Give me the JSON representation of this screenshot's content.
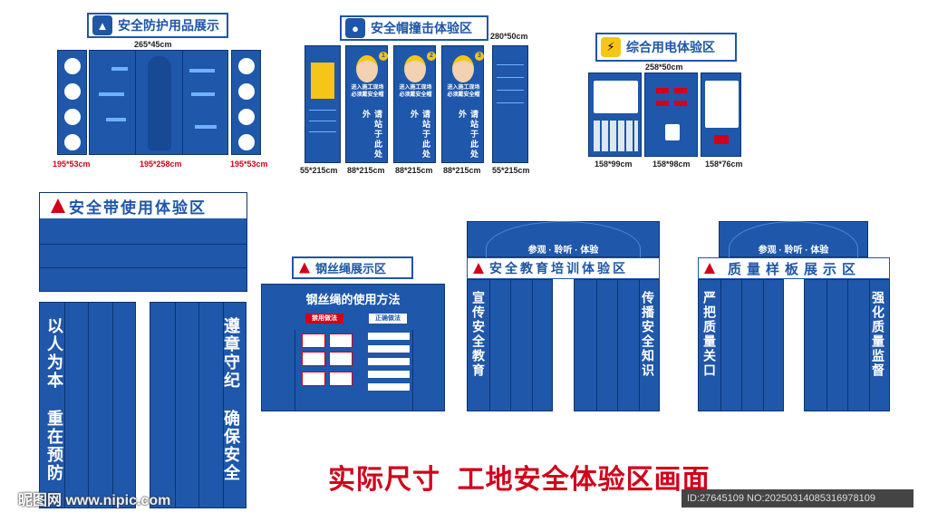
{
  "ppe": {
    "title": "安全防护用品展示",
    "size_main": "265*45cm",
    "dim_left": "195*53cm",
    "dim_center": "195*258cm",
    "dim_right": "195*53cm"
  },
  "helmet": {
    "title": "安全帽撞击体验区",
    "size": "280*50cm",
    "notice_lines": "进入施工现场必须戴安全帽",
    "stand_text": "请站于此处外",
    "numbers": [
      "1",
      "2",
      "3"
    ],
    "dims": [
      "55*215cm",
      "88*215cm",
      "88*215cm",
      "88*215cm",
      "55*215cm"
    ]
  },
  "electric": {
    "title": "综合用电体验区",
    "size": "258*50cm",
    "dims": [
      "158*99cm",
      "158*98cm",
      "158*76cm"
    ]
  },
  "belt": {
    "title": "安全带使用体验区",
    "left_slogan_1": "以人为本",
    "left_slogan_2": "重在预防",
    "right_slogan_1": "遵章守纪",
    "right_slogan_2": "确保安全"
  },
  "rope": {
    "title": "钢丝绳展示区",
    "panel_title": "钢丝绳的使用方法",
    "wrong_label": "禁用做法",
    "right_label": "正确做法"
  },
  "training": {
    "arch_text": "参观 · 聆听 · 体验",
    "title": "安全教育培训体验区",
    "left_vertical": "宣传安全教育",
    "right_vertical": "传播安全知识"
  },
  "quality": {
    "arch_text": "参观 · 聆听 · 体验",
    "title": "质量样板展示区",
    "left_vertical": "严把质量关口",
    "right_vertical": "强化质量监督"
  },
  "footer": {
    "headline": "实际尺寸  工地安全体验区画面",
    "watermark": "昵图网 www.nipic.com",
    "id_text": "ID:27645109 NO:20250314085316978109"
  },
  "colors": {
    "primary": "#1e56a8",
    "dark": "#0c3572",
    "accent_red": "#d0021b"
  }
}
